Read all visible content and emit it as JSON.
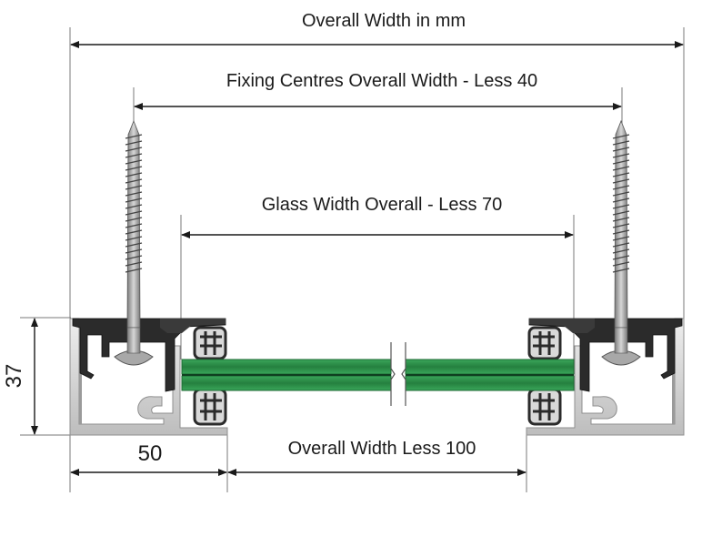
{
  "dimensions": {
    "overall_width": "Overall Width in mm",
    "fixing_centres": "Fixing Centres Overall Width - Less 40",
    "glass_width": "Glass Width Overall - Less 70",
    "bottom_opening": "Overall Width Less 100",
    "profile_width": "50",
    "profile_height": "37"
  },
  "colors": {
    "aluminium": "#d4d4d4",
    "aluminium_edge": "#8f8f8f",
    "black_seal": "#2b2b2b",
    "glass_green": "#2f8f4a",
    "glass_dark": "#1d6a33",
    "screw": "#a8a8a8"
  }
}
